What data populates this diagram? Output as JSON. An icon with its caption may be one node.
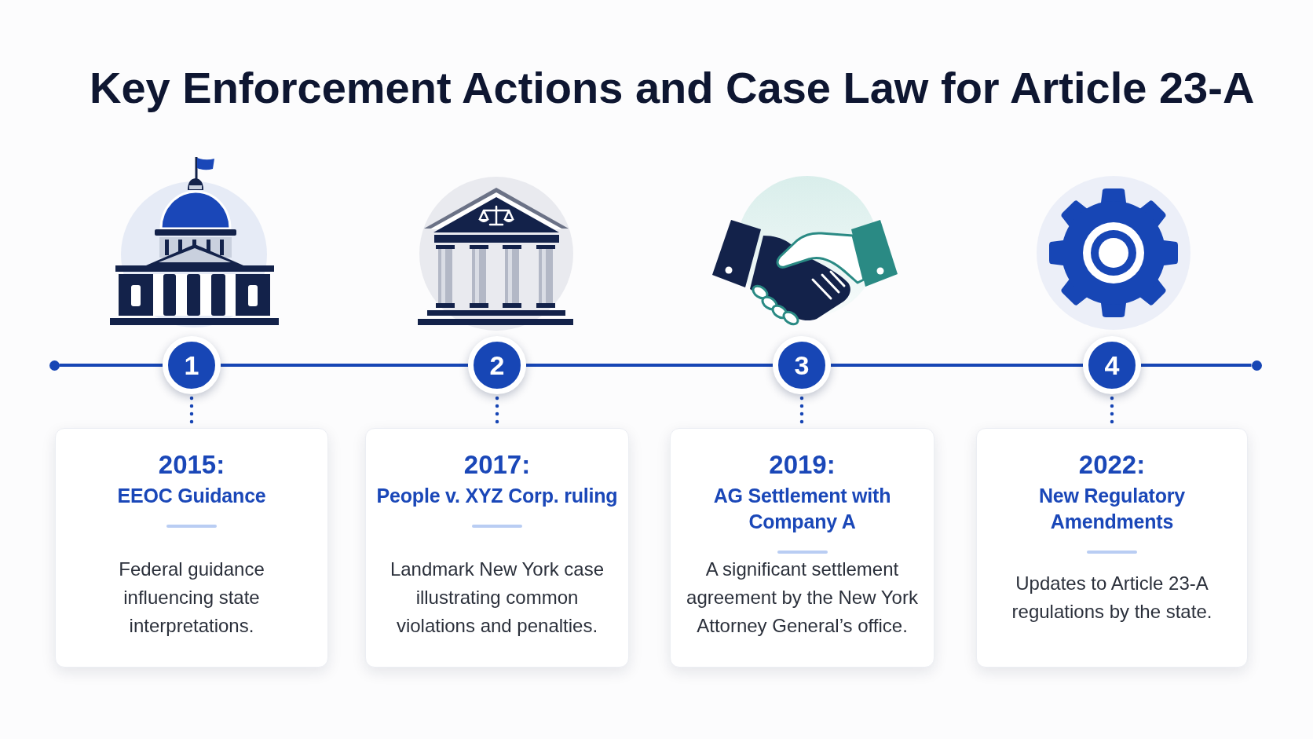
{
  "diagram": {
    "title": "Key Enforcement Actions and Case Law for Article 23-A",
    "nodes": [
      {
        "text": [],
        "shape": "circle"
      },
      {
        "text": [
          "1"
        ]
      },
      {
        "text": [
          "2"
        ]
      },
      {
        "text": [
          "3"
        ]
      },
      {
        "text": [
          "4"
        ]
      },
      {
        "text": [],
        "shape": "circle"
      },
      {
        "text": [
          "2015:",
          "EEOC Guidance",
          "Federal guidance influencing state interpretations."
        ]
      },
      {
        "text": [
          "2017:",
          "People v. XYZ Corp. ruling",
          "Landmark New York case illustrating common violations and penalties."
        ]
      },
      {
        "text": [
          "2019:",
          "AG Settlement with Company A",
          "A significant settlement agreement by the New York Attorney General’s office."
        ]
      },
      {
        "text": [
          "2022:",
          "New Regulatory Amendments",
          "Updates to Article 23-A regulations by the state."
        ]
      }
    ],
    "edges": [
      {
        "from": 0,
        "to": 1,
        "arrow": "none"
      },
      {
        "from": 1,
        "to": 2,
        "arrow": "none"
      },
      {
        "from": 2,
        "to": 3,
        "arrow": "none"
      },
      {
        "from": 3,
        "to": 4,
        "arrow": "none"
      },
      {
        "from": 4,
        "to": 5,
        "arrow": "none"
      },
      {
        "from": 1,
        "to": 6,
        "arrow": "none",
        "style": "dashed"
      },
      {
        "from": 2,
        "to": 7,
        "arrow": "none",
        "style": "dashed"
      },
      {
        "from": 3,
        "to": 8,
        "arrow": "none",
        "style": "dashed"
      },
      {
        "from": 4,
        "to": 9,
        "arrow": "none",
        "style": "dashed"
      }
    ]
  }
}
